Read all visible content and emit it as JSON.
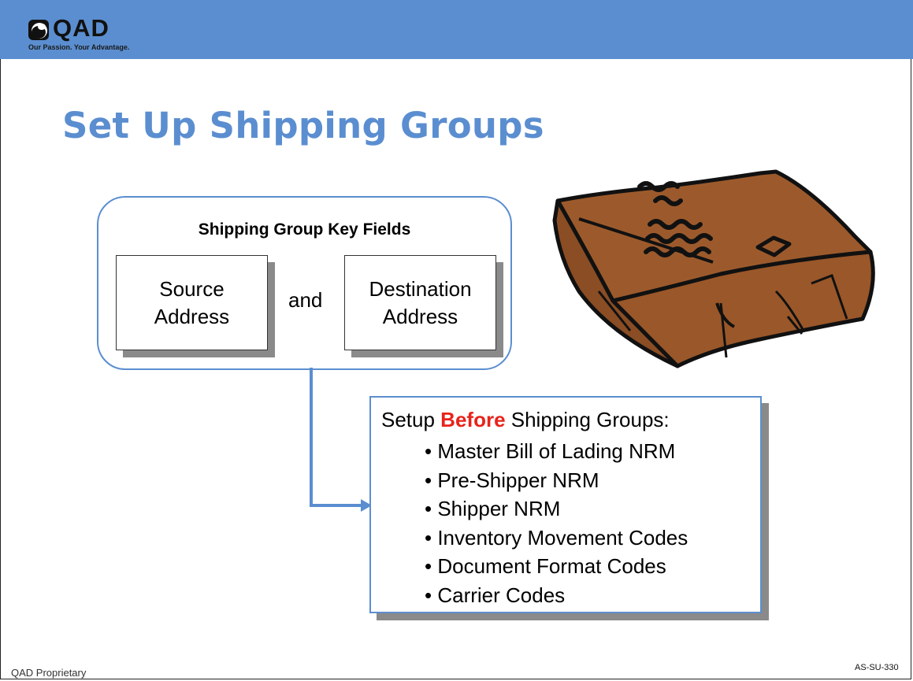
{
  "header": {
    "logo_text": "QAD",
    "tagline": "Our Passion. Your Advantage."
  },
  "slide": {
    "title": "Set Up Shipping Groups"
  },
  "key_fields": {
    "title": "Shipping Group Key Fields",
    "source_line1": "Source",
    "source_line2": "Address",
    "connector": "and",
    "destination_line1": "Destination",
    "destination_line2": "Address"
  },
  "setup": {
    "heading_prefix": "Setup ",
    "heading_highlight": "Before",
    "heading_suffix": " Shipping Groups:",
    "items": [
      "Master Bill of Lading NRM",
      "Pre-Shipper NRM",
      "Shipper NRM",
      "Inventory Movement Codes",
      "Document Format Codes",
      "Carrier Codes"
    ]
  },
  "footer": {
    "left": "QAD Proprietary",
    "right": "AS-SU-330"
  },
  "colors": {
    "accent": "#5b8ed0",
    "highlight": "#e8231b",
    "package": "#9c5a2c"
  },
  "icons": {
    "logo": "qad-globe-icon",
    "illustration": "shipping-package-icon"
  }
}
